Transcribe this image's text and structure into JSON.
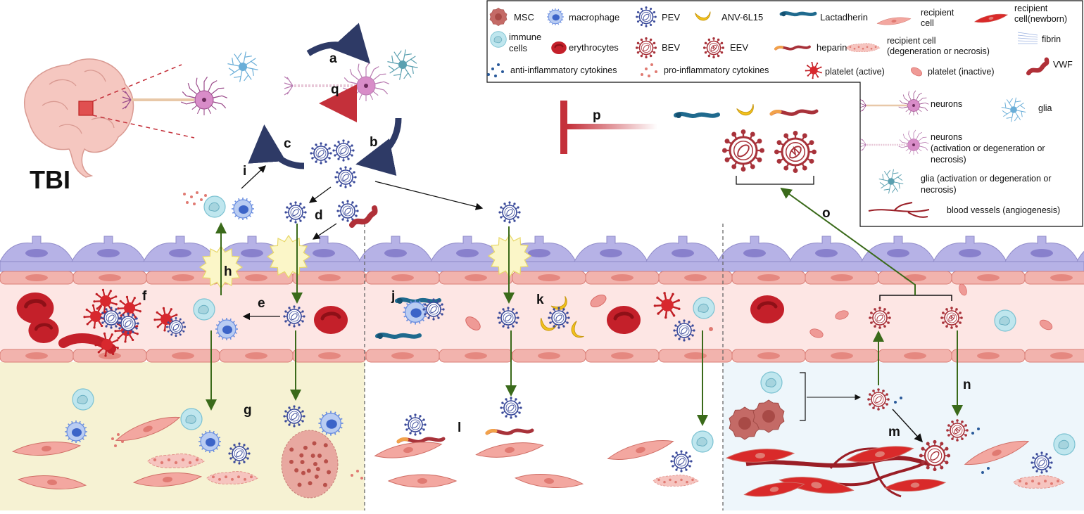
{
  "title": "TBI",
  "legend": {
    "msc": "MSC",
    "macrophage": "macrophage",
    "pev": "PEV",
    "anv": "ANV-6L15",
    "lactadherin": "Lactadherin",
    "recipient_cell": [
      "recipient",
      "cell"
    ],
    "recipient_newborn": [
      "recipient",
      "cell(newborn)"
    ],
    "immune_cells": [
      "immune",
      "cells"
    ],
    "erythrocytes": "erythrocytes",
    "bev": "BEV",
    "eev": "EEV",
    "heparin": "heparin",
    "recipient_degen": [
      "recipient cell",
      "(degeneration or necrosis)"
    ],
    "fibrin": "fibrin",
    "anti_inflammatory": "anti-inflammatory cytokines",
    "pro_inflammatory": "pro-inflammatory cytokines",
    "platelet_active": "platelet (active)",
    "platelet_inactive": "platelet (inactive)",
    "vwf": "VWF",
    "neurons": "neurons",
    "glia": "glia",
    "neurons_degen": [
      "neurons",
      "(activation or degeneration or",
      "necrosis)"
    ],
    "glia_degen": [
      "glia (activation or degeneration or",
      "necrosis)"
    ],
    "blood_vessels": "blood vessels (angiogenesis)"
  },
  "step_labels": {
    "a": "a",
    "b": "b",
    "c": "c",
    "d": "d",
    "e": "e",
    "f": "f",
    "g": "g",
    "h": "h",
    "i": "i",
    "j": "j",
    "k": "k",
    "l": "l",
    "m": "m",
    "n": "n",
    "o": "o",
    "p": "p",
    "q": "q"
  },
  "colors": {
    "tissue_left": "#f6f2d3",
    "tissue_right": "#eef6fb",
    "vessel": "#fde6e4",
    "endothelium": "#f2b3ad",
    "astro": "#b6b2e6",
    "ev_blue": "#3a4a9a",
    "ev_red": "#a8323a",
    "rbc": "#c4202a",
    "green_arrow": "#3a6a1a",
    "red_arrow": "#c4303a"
  }
}
